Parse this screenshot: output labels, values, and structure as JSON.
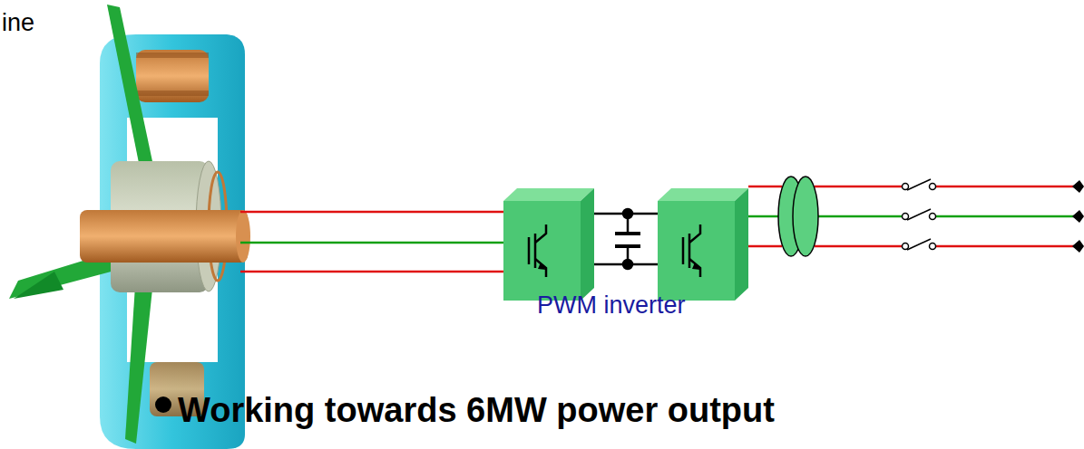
{
  "diagram": {
    "labels": [
      "ine",
      "PWM inverter",
      "Working towards 6MW power output"
    ]
  }
}
